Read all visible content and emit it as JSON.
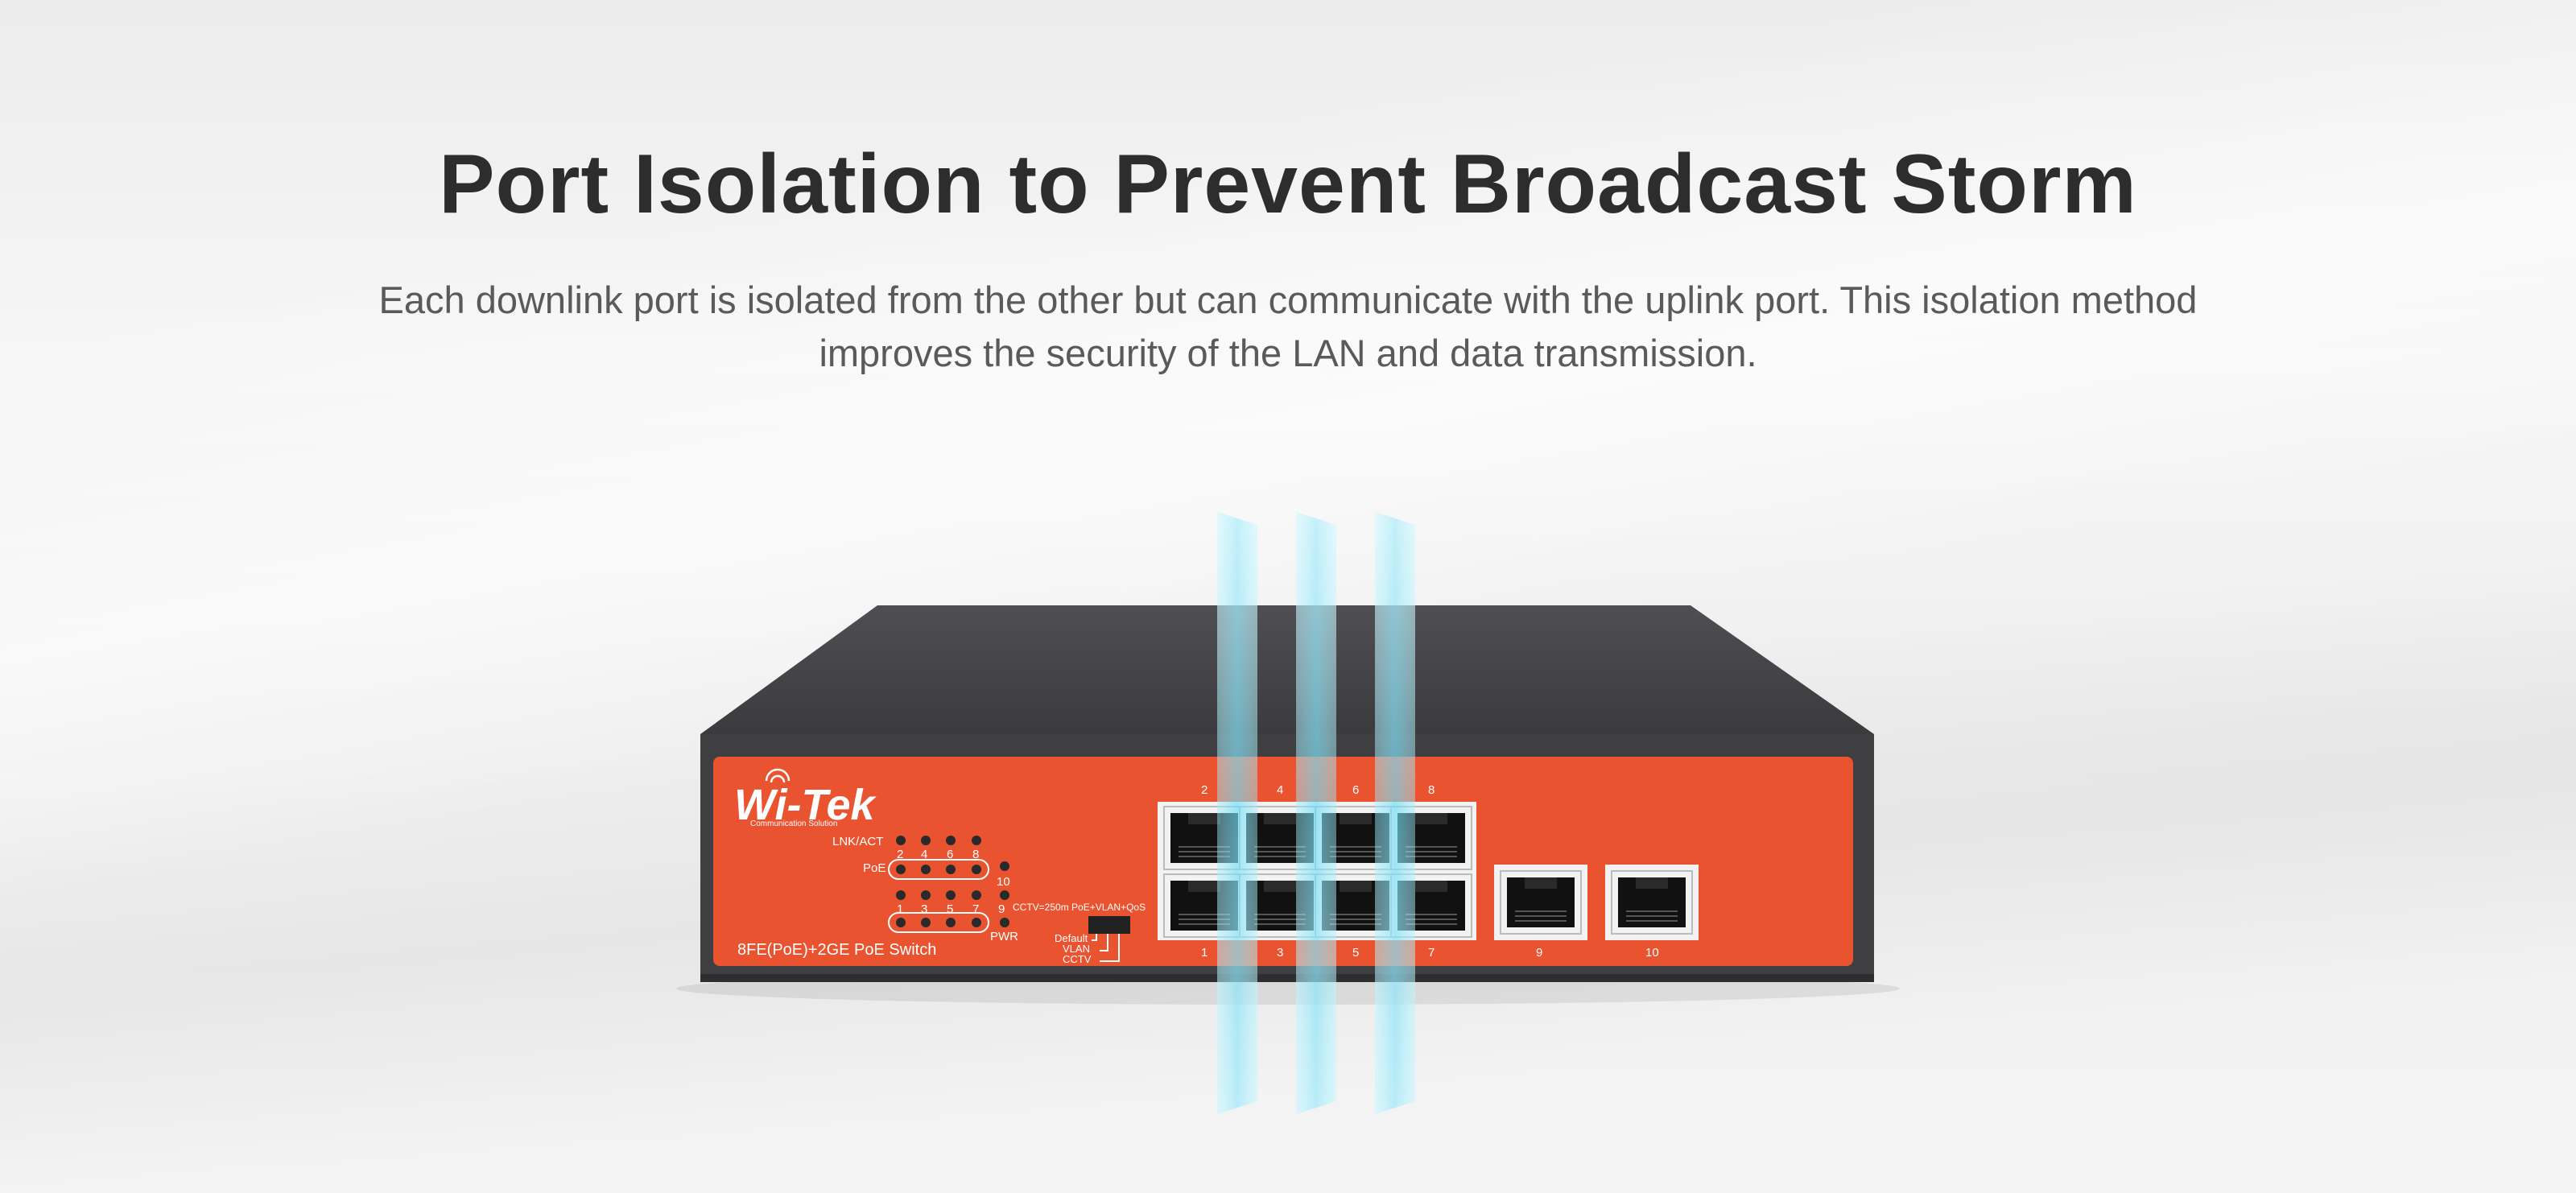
{
  "heading": "Port Isolation to Prevent Broadcast Storm",
  "description": "Each downlink port is isolated from the other but can communicate with the uplink port. This isolation method improves the security of the LAN and data transmission.",
  "device": {
    "brand": "Wi-Tek",
    "brand_tagline": "Communication Solution",
    "model": "8FE(PoE)+2GE PoE Switch",
    "led_lnk_label": "LNK/ACT",
    "led_poe_label": "PoE",
    "led_pwr_label": "PWR",
    "led_top_numbers": [
      "2",
      "4",
      "6",
      "8"
    ],
    "led_bottom_numbers": [
      "1",
      "3",
      "5",
      "7"
    ],
    "led_port10": "10",
    "led_port9": "9",
    "mode_text": "CCTV=250m PoE+VLAN+QoS",
    "switch_default": "Default",
    "switch_vlan": "VLAN",
    "switch_cctv": "CCTV",
    "port_top_numbers": [
      "2",
      "4",
      "6",
      "8"
    ],
    "port_bottom_numbers": [
      "1",
      "3",
      "5",
      "7"
    ],
    "uplink_numbers": [
      "9",
      "10"
    ]
  },
  "colors": {
    "front_panel": "#e9532f",
    "chassis": "#4a4a4e",
    "isolation_beam": "#7fe3f7"
  }
}
